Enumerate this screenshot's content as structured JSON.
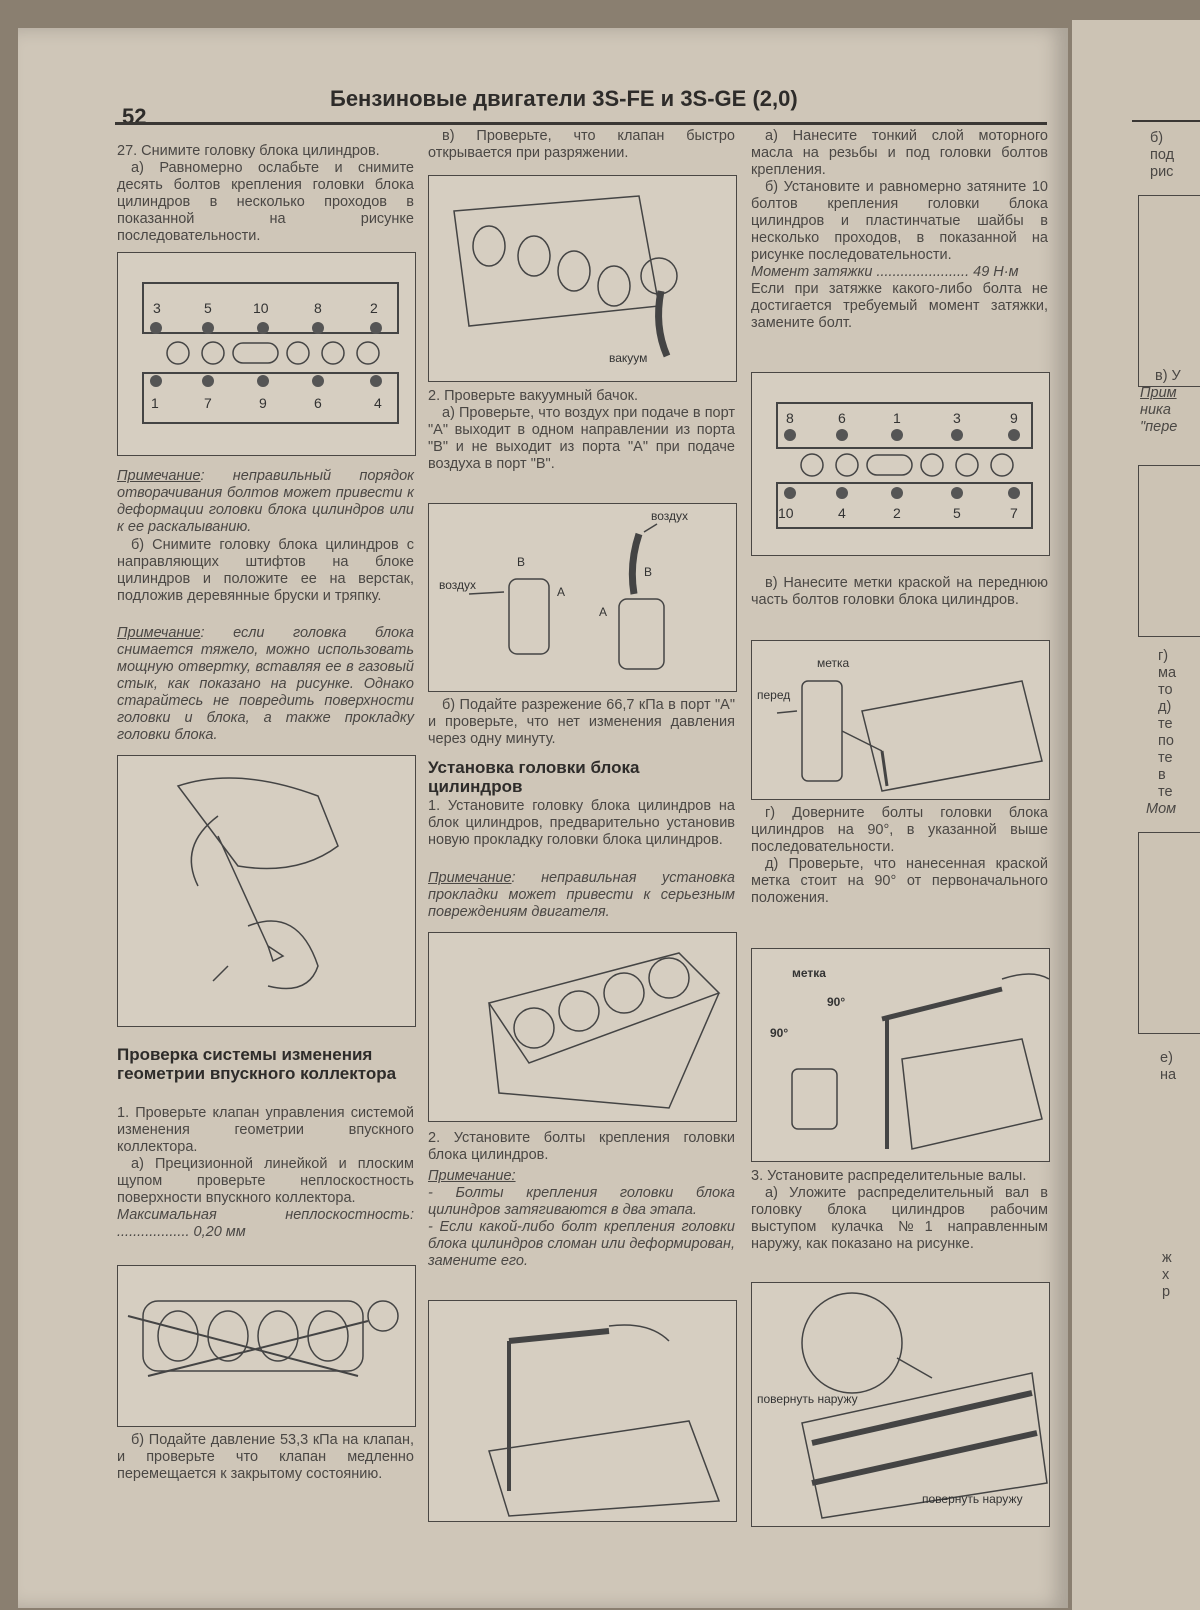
{
  "header": {
    "page_number": "52",
    "title": "Бензиновые двигатели 3S-FE и 3S-GE (2,0)"
  },
  "col1": {
    "p1": "27. Снимите головку блока цилиндров.",
    "p2": "а) Равномерно ослабьте и снимите десять болтов крепления головки блока цилиндров в несколько проходов в показанной на рисунке последовательности.",
    "fig1_top": [
      "3",
      "5",
      "10",
      "8",
      "2"
    ],
    "fig1_bottom": [
      "1",
      "7",
      "9",
      "6",
      "4"
    ],
    "note1_label": "Примечание",
    "note1": ": неправильный порядок отворачивания болтов может привести к деформации головки блока цилиндров или к ее раскалыванию.",
    "p3": "б) Снимите головку блока цилиндров с направляющих штифтов на блоке цилиндров и положите ее на верстак, подложив деревянные бруски и тряпку.",
    "note2_label": "Примечание",
    "note2": ": если головка блока снимается тяжело, можно использовать мощную отвертку, вставляя ее в газовый стык, как показано на рисунке. Однако старайтесь не повредить поверхности головки и блока, а также прокладку головки блока.",
    "heading": "Проверка системы изменения геометрии впускного коллектора",
    "p4": "1. Проверьте клапан управления системой изменения геометрии впускного коллектора.",
    "p5": "а) Прецизионной линейкой и плоским щупом проверьте неплоскостность поверхности впускного коллектора.",
    "spec_label": "Максимальная неплоскостность: ..................",
    "spec_value": "0,20 мм",
    "p6": "б) Подайте давление 53,3 кПа на клапан, и проверьте что клапан медленно перемещается к закрытому состоянию."
  },
  "col2": {
    "p1": "в) Проверьте, что клапан быстро открывается при разряжении.",
    "fig_vacuum": "вакуум",
    "p2": "2. Проверьте вакуумный бачок.",
    "p3": "а) Проверьте, что воздух при подаче в порт \"A\" выходит в одном направлении из порта \"B\" и не выходит из порта \"A\" при подаче воздуха в порт \"B\".",
    "fig_air1": "воздух",
    "fig_air2": "воздух",
    "fig_b": "B",
    "fig_a": "A",
    "p4": "б) Подайте разрежение 66,7 кПа в порт \"A\" и проверьте, что нет изменения давления через одну минуту.",
    "heading": "Установка головки блока цилиндров",
    "p5": "1. Установите головку блока цилиндров на блок цилиндров, предварительно установив новую прокладку головки блока цилиндров.",
    "note1_label": "Примечание",
    "note1": ": неправильная установка прокладки может привести к серьезным повреждениям двигателя.",
    "p6": "2. Установите болты крепления головки блока цилиндров.",
    "note2_label": "Примечание:",
    "note2a": "- Болты крепления головки блока цилиндров затягиваются в два этапа.",
    "note2b": "- Если какой-либо болт крепления головки блока цилиндров сломан или деформирован, замените его."
  },
  "col3": {
    "p1": "а) Нанесите тонкий слой моторного масла на резьбы и под головки болтов крепления.",
    "p2": "б) Установите и равномерно затяните 10 болтов крепления головки блока цилиндров и пластинчатые шайбы в несколько проходов, в показанной на рисунке последовательности.",
    "torque_label": "Момент затяжки .......................",
    "torque_value": "49 Н·м",
    "p3": "Если при затяжке какого-либо болта не достигается требуемый момент затяжки, замените болт.",
    "fig_top": [
      "8",
      "6",
      "1",
      "3",
      "9"
    ],
    "fig_bottom": [
      "10",
      "4",
      "2",
      "5",
      "7"
    ],
    "p4": "в) Нанесите метки краской на переднюю часть болтов головки блока цилиндров.",
    "fig_mark": "метка",
    "fig_front": "перед",
    "p5": "г) Доверните болты головки блока цилиндров на 90°, в указанной выше последовательности.",
    "p6": "д) Проверьте, что нанесенная краской метка стоит на 90° от первоначального положения.",
    "fig2_mark": "метка",
    "fig2_a1": "90°",
    "fig2_a2": "90°",
    "p7": "3. Установите распределительные валы.",
    "p8": "а) Уложите распределительный вал в головку блока цилиндров рабочим выступом кулачка №1 направленным наружу, как показано на рисунке.",
    "fig3_l1": "повернуть наружу",
    "fig3_l2": "повернуть наружу"
  },
  "right_page": {
    "lines": [
      "б)",
      "под",
      "рис",
      "в) У",
      "Прим",
      "ника",
      "\"пере",
      "г)",
      "ма",
      "то",
      "д)",
      "те",
      "по",
      "те",
      "в",
      "те",
      "Мом",
      "е)",
      "на",
      "ж",
      "х",
      "р"
    ]
  }
}
